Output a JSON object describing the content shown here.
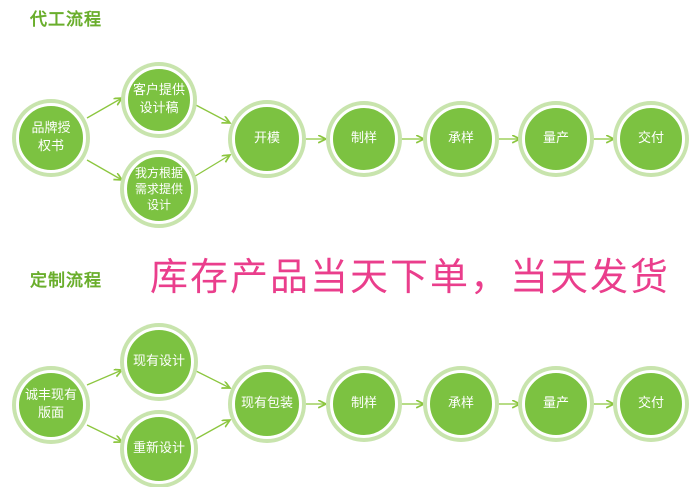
{
  "sections": {
    "oem": {
      "title": "代工流程",
      "source_node": [
        "品牌授",
        "权书"
      ],
      "branch_top": [
        "客户提供",
        "设计稿"
      ],
      "branch_bottom": [
        "我方根据",
        "需求提供",
        "设计"
      ],
      "steps": [
        "开模",
        "制样",
        "承样",
        "量产",
        "交付"
      ]
    },
    "custom": {
      "title": "定制流程",
      "source_node": [
        "诚丰现有",
        "版面"
      ],
      "branch_top": [
        "现有设计"
      ],
      "branch_bottom": [
        "重新设计"
      ],
      "steps": [
        "现有包装",
        "制样",
        "承样",
        "量产",
        "交付"
      ]
    }
  },
  "slogan": "库存产品当天下单，当天发货",
  "colors": {
    "node_fill": "#7cc241",
    "node_ring": "#c8e4ad",
    "arrow": "#8cc63f",
    "title": "#6aae2c",
    "slogan": "#ea3e8c"
  }
}
